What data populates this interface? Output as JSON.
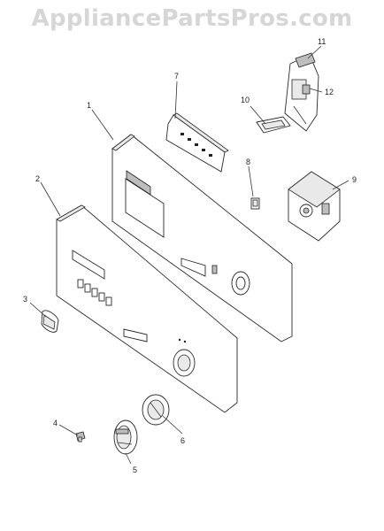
{
  "watermark": "AppliancePartsPros.com",
  "callouts": {
    "p1": "1",
    "p2": "2",
    "p3": "3",
    "p4": "4",
    "p5": "5",
    "p6": "6",
    "p7": "7",
    "p8": "8",
    "p9": "9",
    "p10": "10",
    "p11": "11",
    "p12": "12"
  }
}
